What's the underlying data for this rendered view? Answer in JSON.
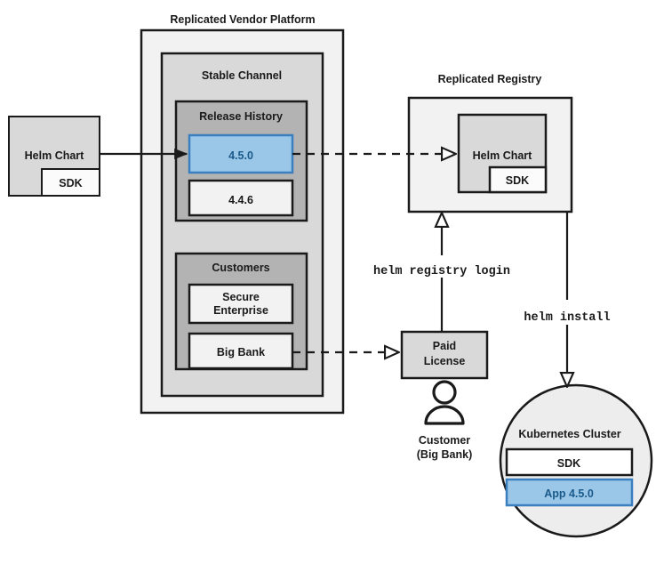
{
  "diagram": {
    "title_vendor_platform": "Replicated Vendor Platform",
    "title_registry": "Replicated Registry",
    "colors": {
      "accent_blue_fill": "#9ac7e8",
      "accent_blue_stroke": "#3a7fbf",
      "accent_blue_text": "#1a5a8a",
      "outer_gray": "#f2f2f2",
      "channel_gray": "#d9d9d9",
      "group_gray": "#b3b3b3",
      "box_gray": "#d9d9d9",
      "white_box": "#f7f7f7",
      "stroke": "#1a1a1a"
    },
    "source_chart": {
      "name": "Helm Chart",
      "sdk": "SDK"
    },
    "vendor_platform": {
      "channel": {
        "label": "Stable Channel",
        "release_history": {
          "label": "Release History",
          "releases": [
            {
              "version": "4.5.0",
              "highlighted": true
            },
            {
              "version": "4.4.6",
              "highlighted": false
            }
          ]
        },
        "customers": {
          "label": "Customers",
          "items": [
            {
              "name": "Secure Enterprise",
              "line1": "Secure",
              "line2": "Enterprise"
            },
            {
              "name": "Big Bank",
              "line1": "Big Bank",
              "line2": ""
            }
          ]
        }
      }
    },
    "registry": {
      "chart": {
        "name": "Helm Chart",
        "sdk": "SDK"
      }
    },
    "license": {
      "line1": "Paid",
      "line2": "License"
    },
    "customer_actor": {
      "line1": "Customer",
      "line2": "(Big Bank)"
    },
    "commands": {
      "registry_login": "helm registry login",
      "install": "helm install"
    },
    "cluster": {
      "label": "Kubernetes Cluster",
      "components": [
        {
          "name": "SDK",
          "highlighted": false
        },
        {
          "name": "App 4.5.0",
          "highlighted": true
        }
      ]
    }
  }
}
